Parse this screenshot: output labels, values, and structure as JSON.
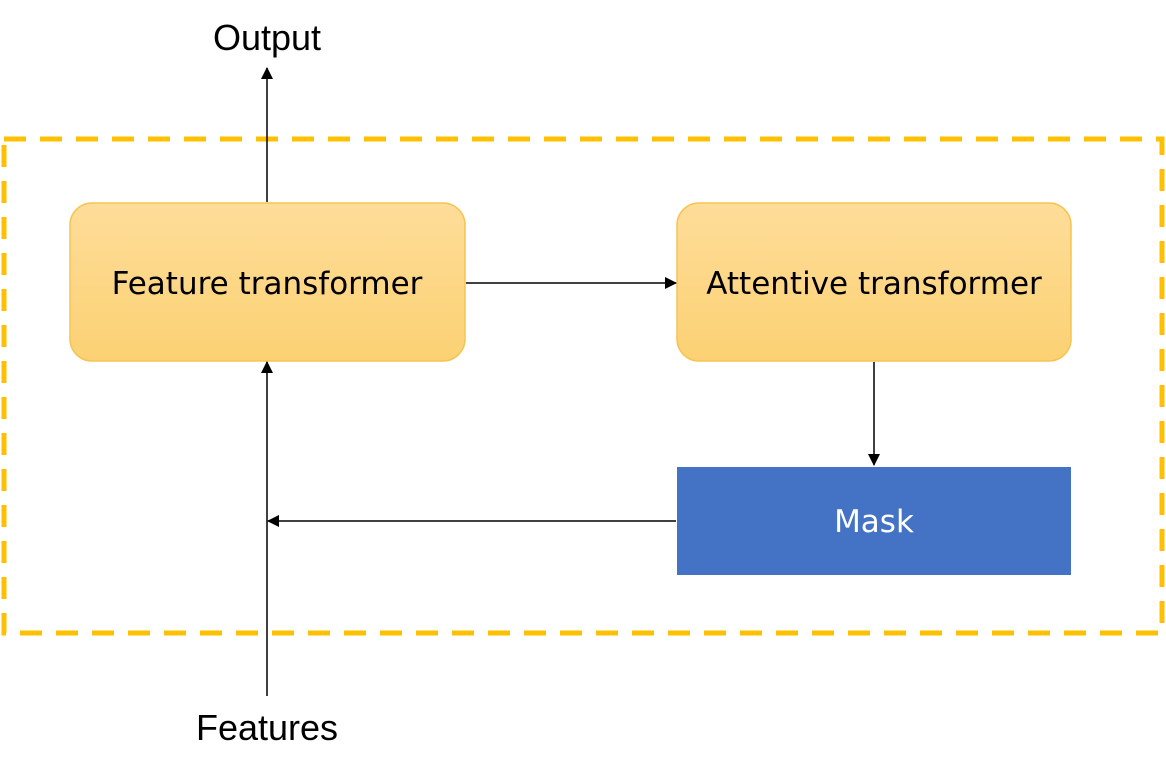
{
  "labels": {
    "output": "Output",
    "features": "Features"
  },
  "nodes": {
    "feature_transformer": "Feature transformer",
    "attentive_transformer": "Attentive transformer",
    "mask": "Mask"
  },
  "colors": {
    "dashed_border": "#ffc000",
    "node_fill_top": "#fedd9a",
    "node_fill_bottom": "#fcd173",
    "node_stroke": "#f5c451",
    "mask_fill": "#4472c4",
    "arrow": "#000000"
  }
}
